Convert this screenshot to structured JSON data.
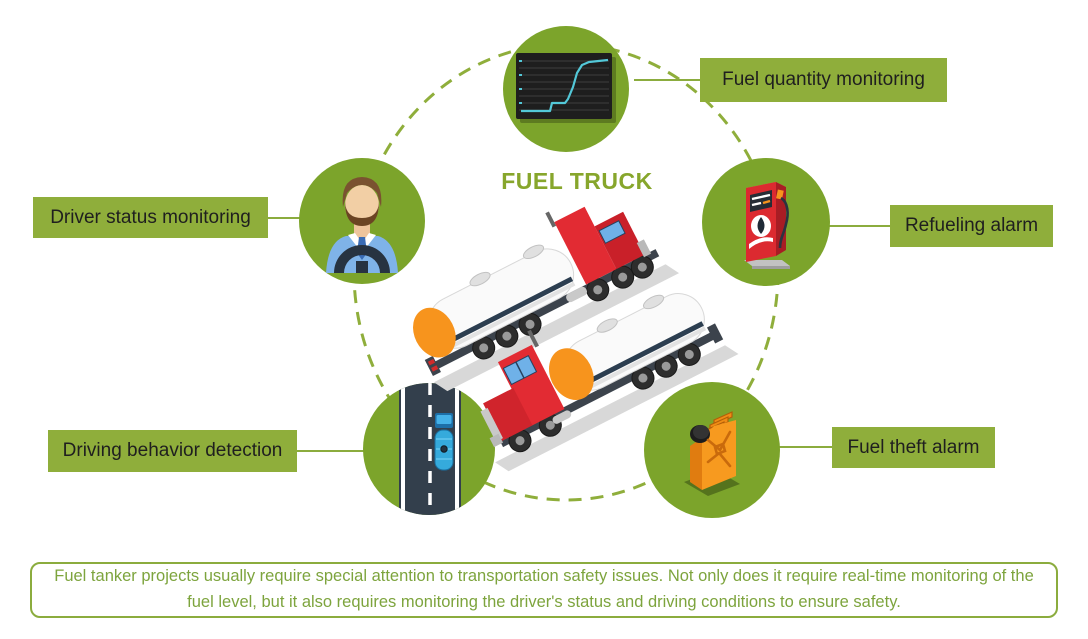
{
  "title": "FUEL TRUCK",
  "nodes": {
    "fuel_quantity": {
      "label": "Fuel quantity monitoring",
      "icon": "fuel-level-chart-icon"
    },
    "refueling": {
      "label": "Refueling alarm",
      "icon": "fuel-pump-icon"
    },
    "fuel_theft": {
      "label": "Fuel theft alarm",
      "icon": "jerry-can-icon"
    },
    "driving_behavior": {
      "label": "Driving behavior detection",
      "icon": "road-truck-icon"
    },
    "driver_status": {
      "label": "Driver status monitoring",
      "icon": "driver-avatar-icon"
    }
  },
  "note": "Fuel tanker projects usually require special attention to transportation safety issues. Not only does it require real-time monitoring of the fuel level, but it also requires monitoring the driver's status and driving conditions to ensure safety.",
  "colors": {
    "circle_green": "#7CA42B",
    "label_green": "#8FAE3B",
    "title_green": "#87A62C",
    "note_green": "#7DA43D",
    "label_text": "#1F1F1F",
    "dash_green": "#8FAE3B",
    "truck_red": "#E22B33",
    "tank_orange": "#F7941D",
    "chart_cyan": "#53C8D8",
    "road_navy": "#333F4C",
    "road_truck_blue": "#35AADC",
    "jerry_can_orange": "#F79A1F"
  }
}
